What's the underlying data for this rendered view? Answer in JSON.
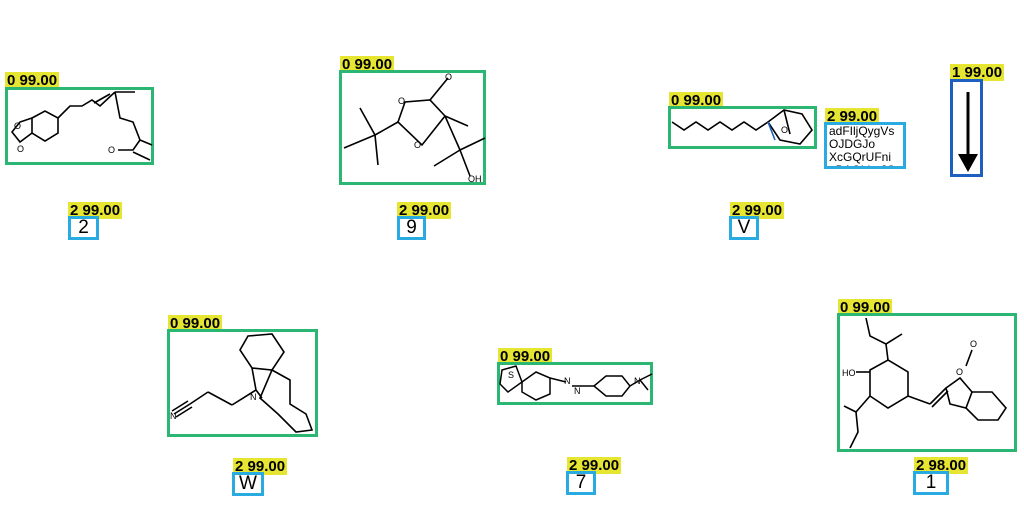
{
  "detections": {
    "d1": {
      "tag": "0 99.00",
      "kind": "molecule"
    },
    "d2": {
      "tag": "0 99.00",
      "kind": "molecule"
    },
    "d3": {
      "tag": "0 99.00",
      "kind": "molecule"
    },
    "d4": {
      "tag": "2 99.00",
      "kind": "label",
      "text": "adFIljQygVs\nOJDGJo\nXcGQrUFni\naBAOlrknJG"
    },
    "d5": {
      "tag": "1 99.00",
      "kind": "arrow"
    },
    "d6": {
      "tag": "2 99.00",
      "kind": "label",
      "text": "2"
    },
    "d7": {
      "tag": "2 99.00",
      "kind": "label",
      "text": "9"
    },
    "d8": {
      "tag": "2 99.00",
      "kind": "label",
      "text": "V"
    },
    "d9": {
      "tag": "0 99.00",
      "kind": "molecule"
    },
    "d10": {
      "tag": "0 99.00",
      "kind": "molecule"
    },
    "d11": {
      "tag": "0 99.00",
      "kind": "molecule"
    },
    "d12": {
      "tag": "2 99.00",
      "kind": "label",
      "text": "W"
    },
    "d13": {
      "tag": "2 99.00",
      "kind": "label",
      "text": "7"
    },
    "d14": {
      "tag": "2 98.00",
      "kind": "label",
      "text": "1"
    }
  },
  "atoms": {
    "mol1": [
      "O",
      "O",
      "O"
    ],
    "mol2": [
      "O",
      "O",
      "O",
      "OH"
    ],
    "mol3": [
      "O"
    ],
    "mol4": [
      "N",
      "N"
    ],
    "mol5": [
      "S",
      "N",
      "N",
      "N"
    ],
    "mol6": [
      "HO",
      "O",
      "O"
    ]
  },
  "colors": {
    "molecule_box": "#2bb673",
    "label_box": "#29abe2",
    "arrow_box": "#1f5fbf",
    "tag_bg": "#e5e532"
  }
}
